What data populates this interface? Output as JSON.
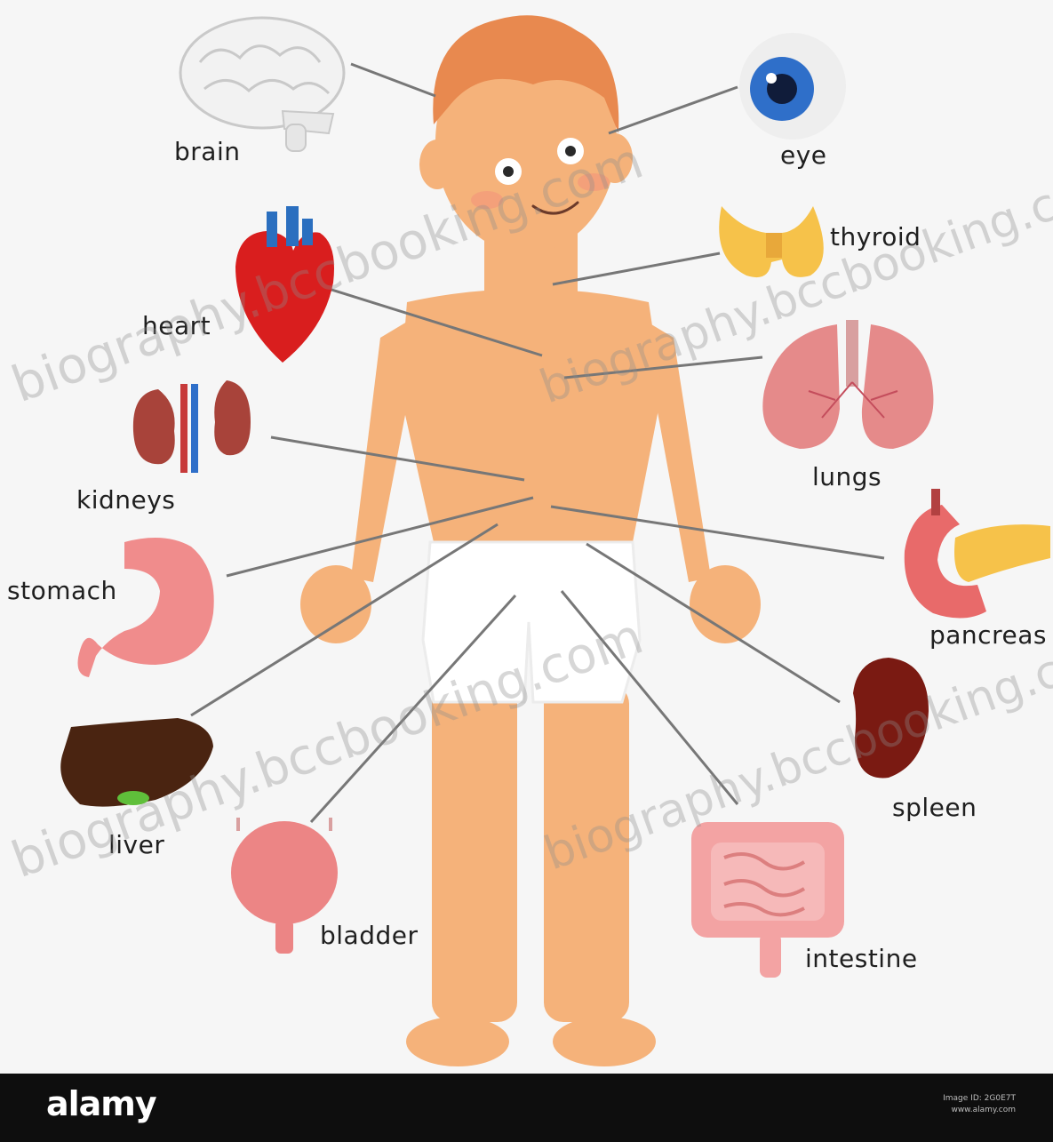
{
  "labels": {
    "brain": "brain",
    "eye": "eye",
    "thyroid": "thyroid",
    "heart": "heart",
    "lungs": "lungs",
    "kidneys": "kidneys",
    "stomach": "stomach",
    "pancreas": "pancreas",
    "liver": "liver",
    "spleen": "spleen",
    "bladder": "bladder",
    "intestine": "intestine"
  },
  "watermark": "biography.bccbooking.com",
  "footer": {
    "brand": "alamy",
    "image_id": "Image ID: 2G0E7T",
    "site": "www.alamy.com"
  },
  "colors": {
    "skin": "#f5b27a",
    "hair": "#e8894f",
    "heart": "#d91e1e",
    "liver": "#4a2411",
    "spleen": "#7a1a12",
    "lungs": "#e58a8a",
    "pancreas": "#f6c24a",
    "footer": "#0e0e0e"
  }
}
